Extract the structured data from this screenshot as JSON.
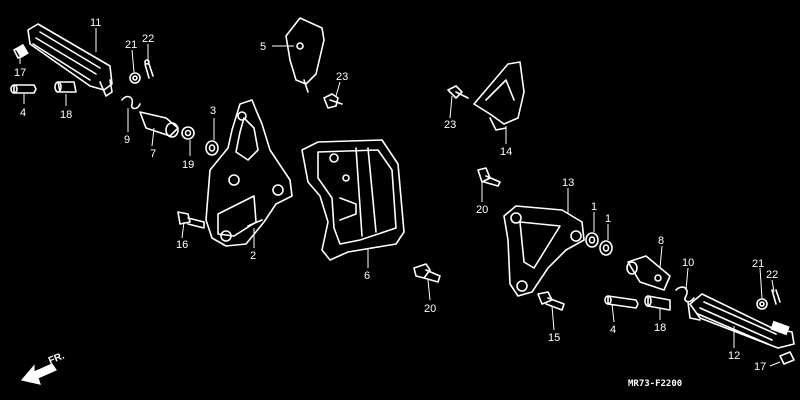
{
  "callouts": [
    {
      "id": "c11a",
      "label": "11"
    },
    {
      "id": "c17a",
      "label": "17"
    },
    {
      "id": "c4a",
      "label": "4"
    },
    {
      "id": "c18a",
      "label": "18"
    },
    {
      "id": "c21a",
      "label": "21"
    },
    {
      "id": "c22a",
      "label": "22"
    },
    {
      "id": "c9",
      "label": "9"
    },
    {
      "id": "c7",
      "label": "7"
    },
    {
      "id": "c3",
      "label": "3"
    },
    {
      "id": "c19",
      "label": "19"
    },
    {
      "id": "c16",
      "label": "16"
    },
    {
      "id": "c2",
      "label": "2"
    },
    {
      "id": "c5",
      "label": "5"
    },
    {
      "id": "c23a",
      "label": "23"
    },
    {
      "id": "c6",
      "label": "6"
    },
    {
      "id": "c20a",
      "label": "20"
    },
    {
      "id": "c23b",
      "label": "23"
    },
    {
      "id": "c14",
      "label": "14"
    },
    {
      "id": "c13",
      "label": "13"
    },
    {
      "id": "c20b",
      "label": "20"
    },
    {
      "id": "c1a",
      "label": "1"
    },
    {
      "id": "c1b",
      "label": "1"
    },
    {
      "id": "c8",
      "label": "8"
    },
    {
      "id": "c10",
      "label": "10"
    },
    {
      "id": "c21b",
      "label": "21"
    },
    {
      "id": "c22b",
      "label": "22"
    },
    {
      "id": "c4b",
      "label": "4"
    },
    {
      "id": "c18b",
      "label": "18"
    },
    {
      "id": "c15",
      "label": "15"
    },
    {
      "id": "c12",
      "label": "12"
    },
    {
      "id": "c17b",
      "label": "17"
    }
  ],
  "diagram_code": "MR73-F2200",
  "front_marker": "FR.",
  "colors": {
    "background": "#000000",
    "line": "#ffffff"
  }
}
